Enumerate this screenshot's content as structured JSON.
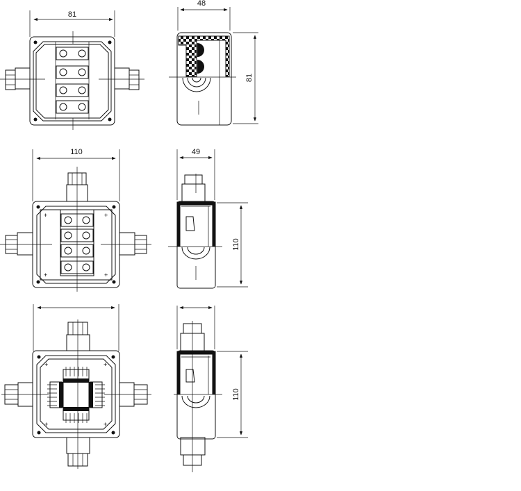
{
  "diagram": {
    "title": "Junction box dimension drawings",
    "rows": [
      {
        "front": {
          "width_label": "81",
          "terminals": 4,
          "glands": [
            "left",
            "right"
          ]
        },
        "side": {
          "depth_label": "48",
          "height_label": "81"
        }
      },
      {
        "front": {
          "width_label": "110",
          "terminals": 4,
          "glands": [
            "left",
            "right",
            "top"
          ]
        },
        "side": {
          "depth_label": "49",
          "height_label": "110"
        }
      },
      {
        "front": {
          "width_label": "",
          "glands": [
            "left",
            "right",
            "top",
            "bottom"
          ]
        },
        "side": {
          "depth_label": "",
          "height_label": "110"
        }
      }
    ]
  }
}
